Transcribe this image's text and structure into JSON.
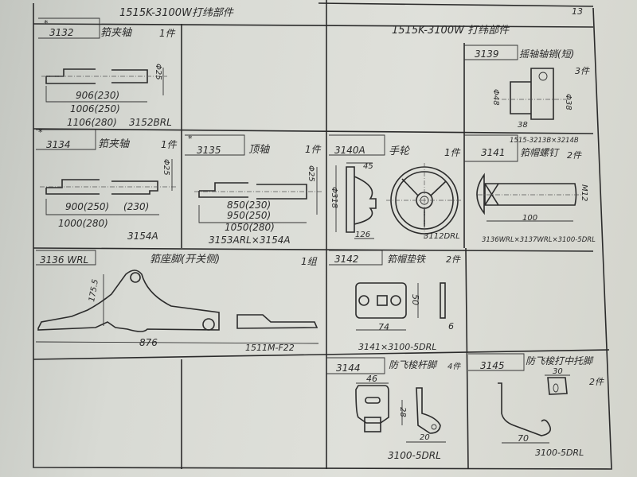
{
  "page_number": "13",
  "header_left": "1515K-3100W打纬部件",
  "header_right": "1515K-3100W 打纬部件",
  "parts": {
    "p3132": {
      "code": "3132",
      "star": "*",
      "name": "筘夹轴",
      "qty": "1件",
      "dia": "Φ25",
      "dims": [
        "906(230)",
        "1006(250)",
        "1106(280)"
      ],
      "ref": "3152BRL"
    },
    "p3139": {
      "code": "3139",
      "name": "摇轴轴销(短)",
      "qty": "3件",
      "dims": [
        "Φ48",
        "Φ38",
        "38"
      ],
      "ref": "1515-3213B×3214B"
    },
    "p3134": {
      "code": "3134",
      "star": "*",
      "name": "筘夹轴",
      "qty": "1件",
      "dia": "Φ25",
      "dims": [
        "900(250)",
        "(230)",
        "1000(280)"
      ],
      "ref": "3154A"
    },
    "p3135": {
      "code": "3135",
      "star": "*",
      "name": "顶轴",
      "qty": "1件",
      "dia": "Φ25",
      "dims": [
        "850(230)",
        "950(250)",
        "1050(280)"
      ],
      "ref": "3153ARL×3154A"
    },
    "p3140A": {
      "code": "3140A",
      "name": "手轮",
      "qty": "1件",
      "dims": [
        "45",
        "Φ318",
        "126"
      ],
      "ref": "3112DRL"
    },
    "p3141": {
      "code": "3141",
      "name": "筘帽螺钉",
      "qty": "2件",
      "dims": [
        "M12",
        "100"
      ],
      "ref": "3136WRL×3137WRL×3100-5DRL"
    },
    "p3136": {
      "code": "3136 WRL",
      "name": "筘座脚(开关侧)",
      "qty": "1组",
      "dims": [
        "175.5",
        "876"
      ],
      "ref": "1511M-F22"
    },
    "p3142": {
      "code": "3142",
      "name": "筘帽垫铁",
      "qty": "2件",
      "dims": [
        "50",
        "74",
        "6"
      ],
      "ref": "3141×3100-5DRL"
    },
    "p3144": {
      "code": "3144",
      "name": "防飞梭杆脚",
      "qty": "4件",
      "dims": [
        "46",
        "28",
        "20"
      ],
      "ref": "3100-5DRL"
    },
    "p3145": {
      "code": "3145",
      "name": "防飞梭打中托脚",
      "qty": "2件",
      "dims": [
        "30",
        "70"
      ],
      "ref": "3100-5DRL"
    }
  }
}
